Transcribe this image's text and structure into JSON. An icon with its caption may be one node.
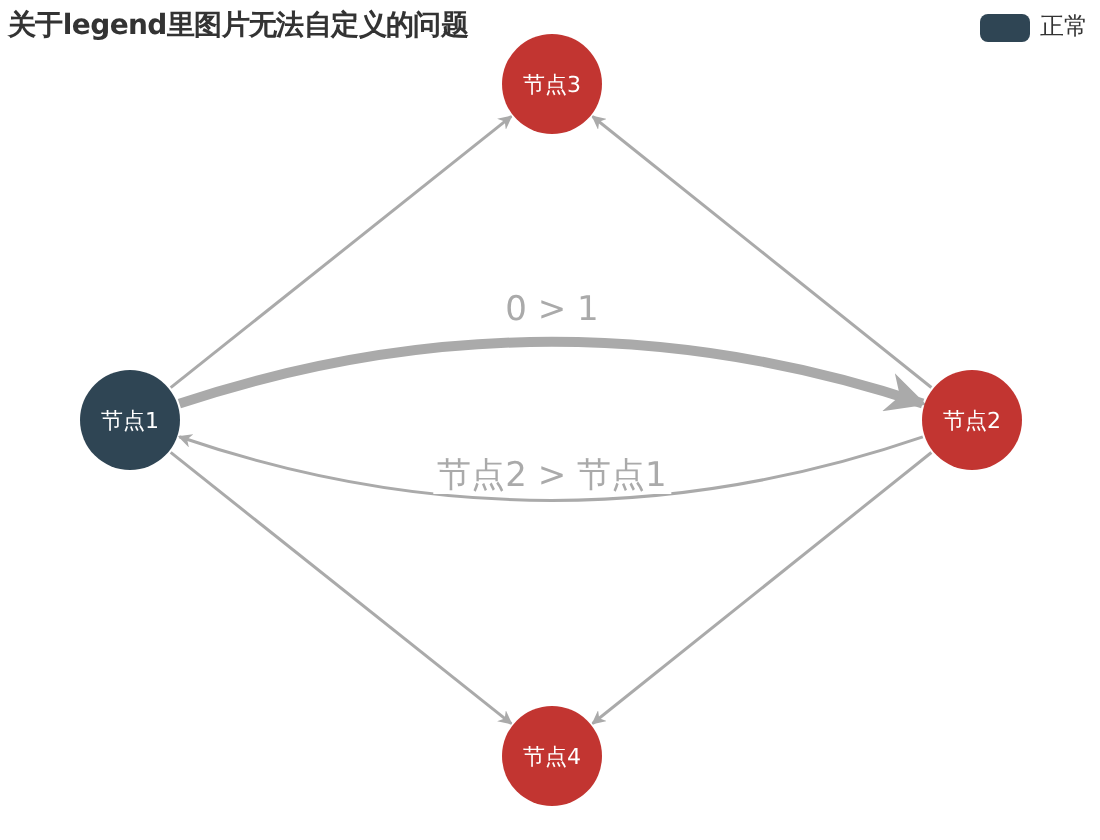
{
  "diagram": {
    "title": "关于legend里图片无法自定义的问题",
    "nodes": [
      {
        "text": [
          "节点3"
        ]
      },
      {
        "text": [
          "节点1"
        ]
      },
      {
        "text": [
          "节点2"
        ]
      },
      {
        "text": [
          "节点4"
        ]
      }
    ],
    "edges": [
      {
        "from": 1,
        "to": 0,
        "arrow": "to"
      },
      {
        "from": 1,
        "to": 2,
        "arrow": "to",
        "label": "0 > 1",
        "style": "thick"
      },
      {
        "from": 2,
        "to": 1,
        "arrow": "to",
        "label": "节点2 > 节点1"
      },
      {
        "from": 2,
        "to": 0,
        "arrow": "to"
      },
      {
        "from": 2,
        "to": 3,
        "arrow": "to"
      },
      {
        "from": 1,
        "to": 3,
        "arrow": "to"
      }
    ],
    "legend": [
      {
        "text": "正常",
        "color": "#2f4554"
      }
    ]
  }
}
